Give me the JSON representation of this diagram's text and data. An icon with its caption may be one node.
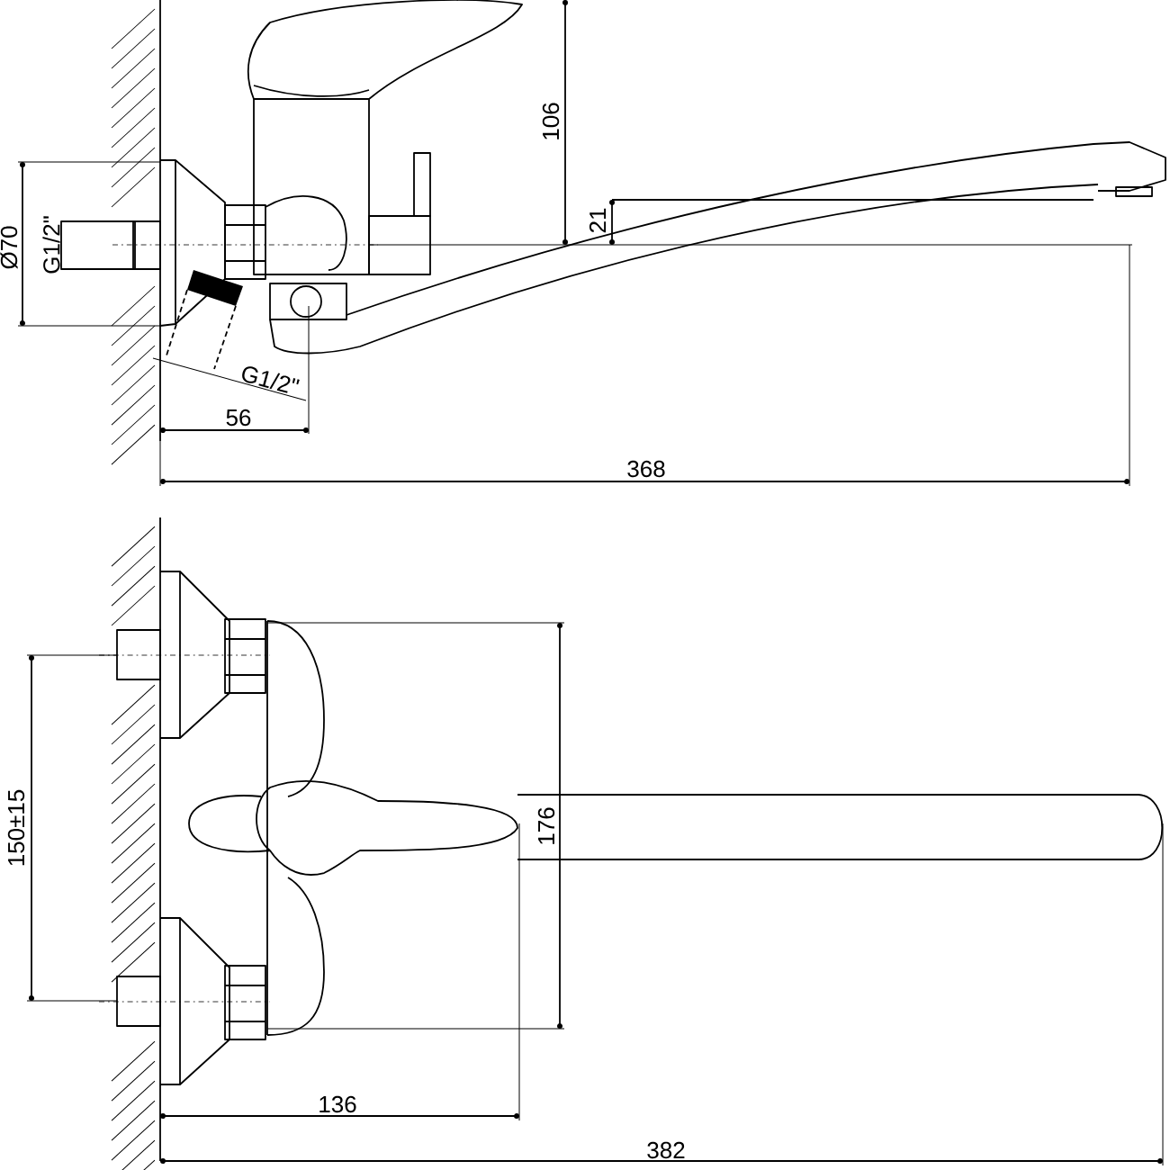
{
  "diagram": {
    "labels": [
      "106",
      "21",
      "Ø70",
      "G1/2\"",
      "G1/2\"",
      "56",
      "368",
      "150±15",
      "176",
      "136",
      "382"
    ]
  }
}
